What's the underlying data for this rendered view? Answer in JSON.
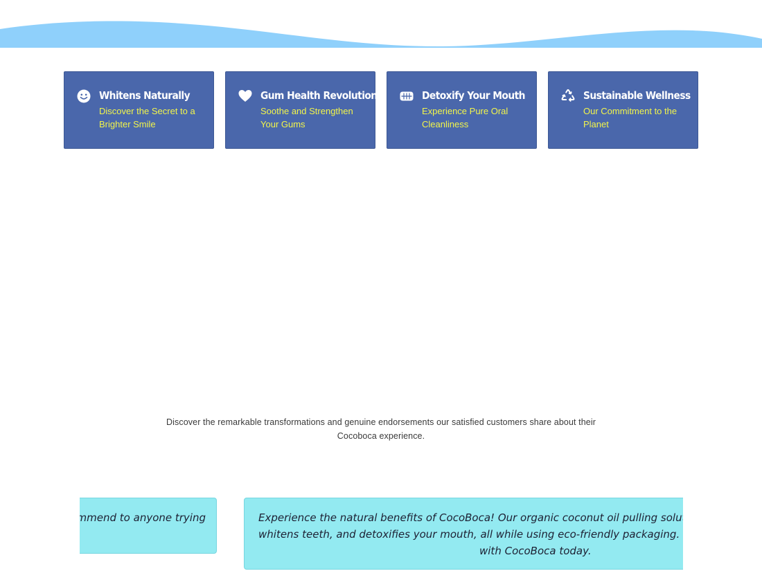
{
  "colors": {
    "wave": "#8fd0fb",
    "card_bg": "#4a67ab",
    "card_title": "#ffffff",
    "card_subtitle": "#f3f54a",
    "testimonial_bg": "#93eaf1"
  },
  "features": [
    {
      "icon": "smile-icon",
      "title": "Whitens Naturally",
      "subtitle": "Discover the Secret to a Brighter Smile"
    },
    {
      "icon": "heart-icon",
      "title": "Gum Health Revolution",
      "subtitle": "Soothe and Strengthen Your Gums"
    },
    {
      "icon": "teeth-icon",
      "title": "Detoxify Your Mouth",
      "subtitle": "Experience Pure Oral Cleanliness"
    },
    {
      "icon": "recycle-icon",
      "title": "Sustainable Wellness",
      "subtitle": "Our Commitment to the Planet"
    }
  ],
  "intro": {
    "text": "Discover the remarkable transformations and genuine endorsements our satisfied customers share about their Cocoboca experience."
  },
  "testimonials": {
    "previous_visible": "mmend to anyone trying",
    "main_lines": [
      "Experience the natural benefits of CocoBoca! Our organic coconut oil pulling solut",
      "whitens teeth, and detoxifies your mouth, all while using eco-friendly packaging. E",
      "with CocoBoca today."
    ]
  }
}
